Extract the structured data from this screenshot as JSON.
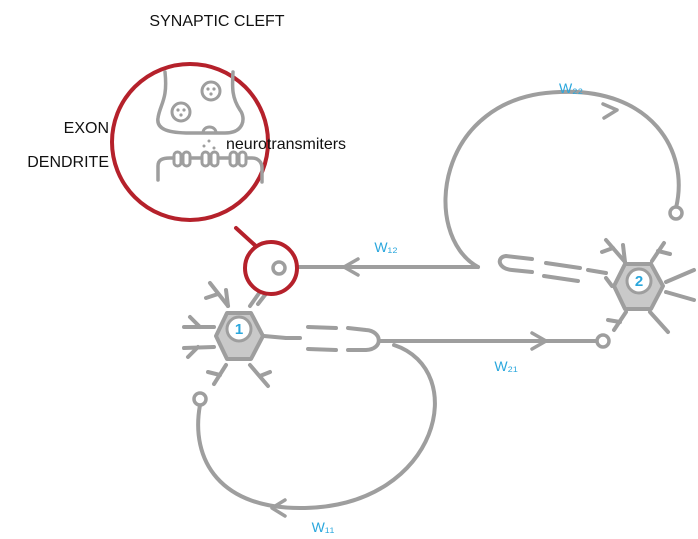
{
  "labels": {
    "synaptic_cleft": "SYNAPTIC CLEFT",
    "exon": "EXON",
    "dendrite": "DENDRITE",
    "neurotransmitters": "neurotransmiters"
  },
  "weights": {
    "w22": "W₂₂",
    "w12": "W₁₂",
    "w21": "W₂₁",
    "w11": "W₁₁"
  },
  "neurons": {
    "n1": "1",
    "n2": "2"
  },
  "colors": {
    "line": "#9e9e9e",
    "node_fill": "#c9c9c9",
    "accent_red": "#b5212b",
    "weight_blue": "#2aa7dd",
    "text": "#111111"
  }
}
